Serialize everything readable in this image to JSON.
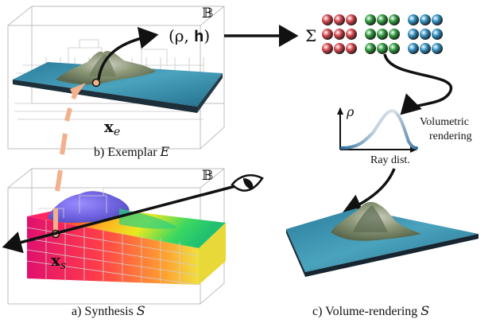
{
  "labels": {
    "bbox_top": "𝔹",
    "bbox_bottom": "𝔹",
    "x_e": "x",
    "x_e_sub": "e",
    "x_s": "x",
    "x_s_sub": "s",
    "params": "(ρ, 𝐡)",
    "sum": "Σ",
    "rho_axis": "ρ",
    "volumetric_line1": "Volumetric",
    "volumetric_line2": "rendering",
    "ray_dist": "Ray dist.",
    "caption_b": "b) Exemplar 𝐸",
    "caption_a": "a) Synthesis 𝑆",
    "caption_c": "c) Volume-rendering 𝑆"
  },
  "colors": {
    "ocean": "#3b93ad",
    "island": "#8f9a77",
    "grid": "#bcbcbc",
    "orange_ray": "#f2b08c",
    "red_sphere": "#d4444a",
    "green_sphere": "#2e9a3c",
    "blue_sphere": "#2f8fc0",
    "curve_light": "#c3d2e0",
    "curve_dark": "#2f6f9e"
  },
  "sphere_groups": [
    {
      "name": "red",
      "color": "#d4444a"
    },
    {
      "name": "green",
      "color": "#2e9a3c"
    },
    {
      "name": "blue",
      "color": "#2f8fc0"
    }
  ]
}
